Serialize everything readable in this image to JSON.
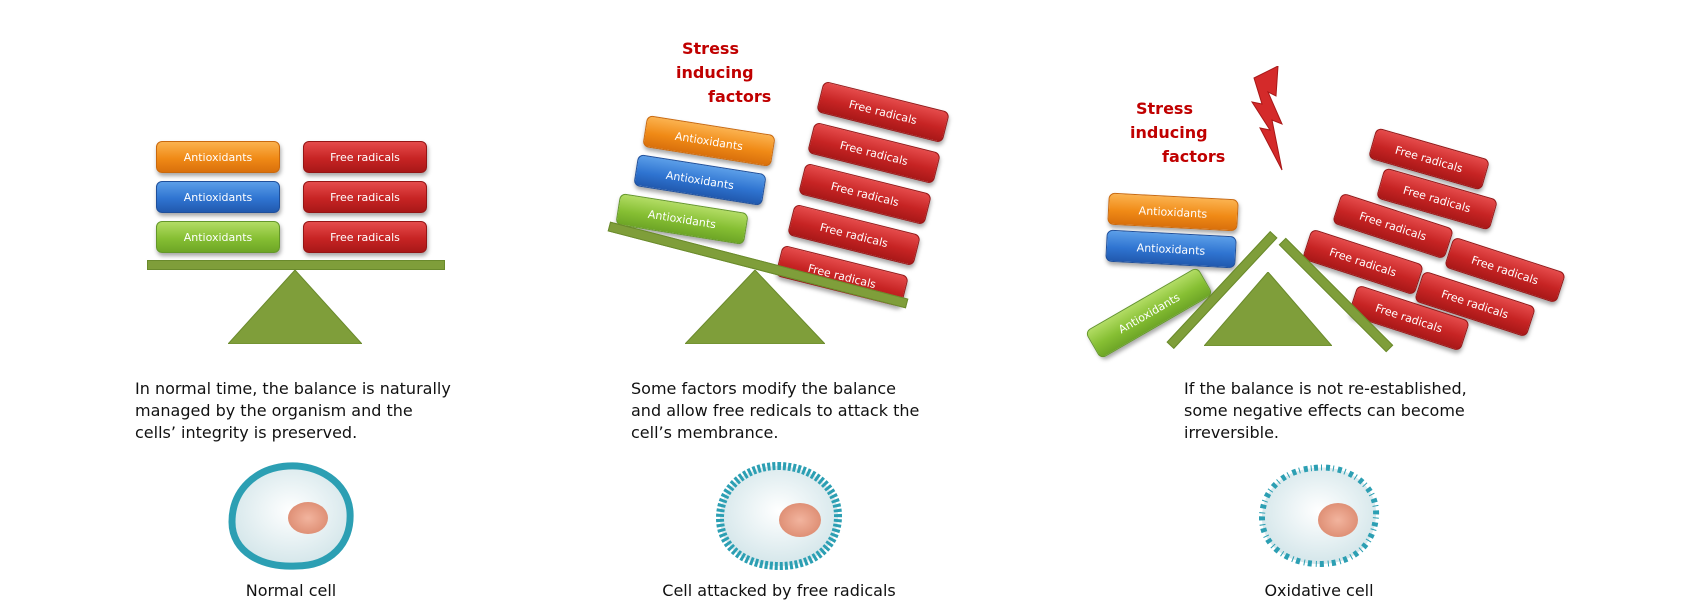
{
  "colors": {
    "antioxidant_orange": "#f08a16",
    "antioxidant_blue": "#2f74d1",
    "antioxidant_green": "#86bf33",
    "free_radical_red": "#c72424",
    "scale_green": "#7f9e3a",
    "stress_red": "#c00000",
    "cell_membrane": "#2c9fb3",
    "cell_nucleus": "#e59a82"
  },
  "icons": {
    "fulcrum": "triangle-fulcrum-icon",
    "lightning": "lightning-bolt-icon",
    "cell": "cell-icon"
  },
  "panels": [
    {
      "caption": "In normal time, the balance is naturally\nmanaged by the organism and the\ncells’ integrity is preserved.",
      "cell_label": "Normal cell",
      "antioxidants": [
        "Antioxidants",
        "Antioxidants",
        "Antioxidants"
      ],
      "free_radicals": [
        "Free radicals",
        "Free radicals",
        "Free radicals"
      ]
    },
    {
      "stress_line1": "Stress",
      "stress_line2": "inducing",
      "stress_line3": "factors",
      "caption": "Some factors modify the balance\nand allow free redicals to attack the\ncell’s membrance.",
      "cell_label": "Cell attacked by free radicals",
      "antioxidants": [
        "Antioxidants",
        "Antioxidants",
        "Antioxidants"
      ],
      "free_radicals": [
        "Free radicals",
        "Free radicals",
        "Free radicals",
        "Free radicals",
        "Free radicals"
      ]
    },
    {
      "stress_line1": "Stress",
      "stress_line2": "inducing",
      "stress_line3": "factors",
      "caption": "If the balance is not re-established,\nsome negative effects can become\nirreversible.",
      "cell_label": "Oxidative cell",
      "antioxidants": [
        "Antioxidants",
        "Antioxidants",
        "Antioxidants"
      ],
      "free_radicals": [
        "Free radicals",
        "Free radicals",
        "Free radicals",
        "Free radicals",
        "Free radicals",
        "Free radicals",
        "Free radicals"
      ]
    }
  ]
}
